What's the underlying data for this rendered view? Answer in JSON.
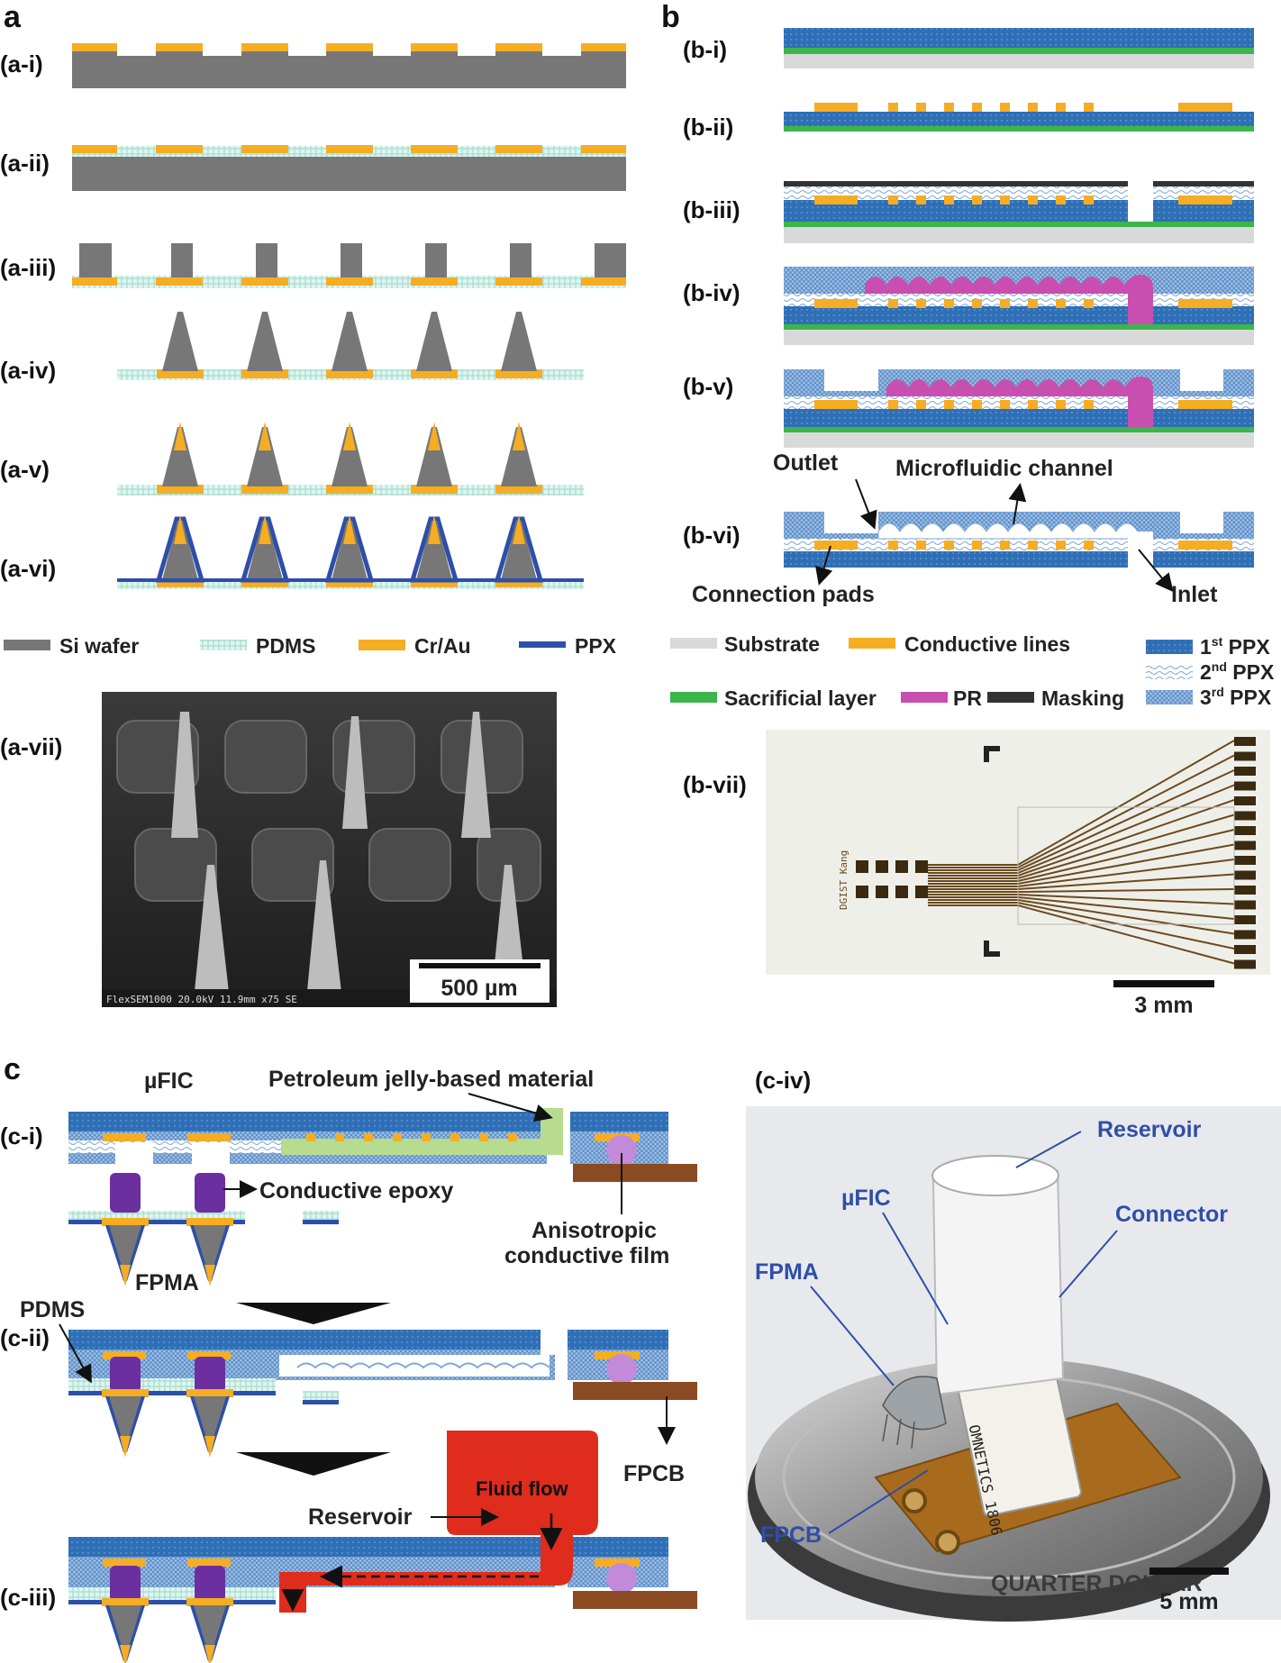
{
  "panels": {
    "a": "a",
    "b": "b",
    "c": "c"
  },
  "steps_a": [
    "(a-i)",
    "(a-ii)",
    "(a-iii)",
    "(a-iv)",
    "(a-v)",
    "(a-vi)",
    "(a-vii)"
  ],
  "steps_b": [
    "(b-i)",
    "(b-ii)",
    "(b-iii)",
    "(b-iv)",
    "(b-v)",
    "(b-vi)",
    "(b-vii)"
  ],
  "steps_c": [
    "(c-i)",
    "(c-ii)",
    "(c-iii)",
    "(c-iv)"
  ],
  "legend_a": {
    "si": "Si wafer",
    "pdms": "PDMS",
    "au": "Cr/Au",
    "ppx": "PPX"
  },
  "legend_b": {
    "substrate": "Substrate",
    "lines": "Conductive lines",
    "sacrificial": "Sacrificial layer",
    "pr": "PR",
    "masking": "Masking",
    "ppx1_num": "1",
    "ppx1_sup": "st",
    "ppx1_rest": " PPX",
    "ppx2_num": "2",
    "ppx2_sup": "nd",
    "ppx2_rest": " PPX",
    "ppx3_num": "3",
    "ppx3_sup": "rd",
    "ppx3_rest": " PPX"
  },
  "labels_b": {
    "outlet": "Outlet",
    "channel": "Microfluidic channel",
    "pads": "Connection pads",
    "inlet": "Inlet"
  },
  "labels_c": {
    "ufic": "µFIC",
    "jelly": "Petroleum jelly-based material",
    "epoxy": "Conductive epoxy",
    "acf1": "Anisotropic",
    "acf2": "conductive film",
    "fpma": "FPMA",
    "pdms": "PDMS",
    "fpcb": "FPCB",
    "reservoir": "Reservoir",
    "fluid": "Fluid flow"
  },
  "photo_labels": {
    "reservoir": "Reservoir",
    "ufic": "µFIC",
    "connector": "Connector",
    "fpma": "FPMA",
    "fpcb": "FPCB",
    "coin_text": "QUARTER DOLLAR",
    "connector_text": "OMNETICS 1806"
  },
  "scalebars": {
    "sem": "500 µm",
    "device": "3 mm",
    "photo": "5 mm"
  },
  "sem_caption": "FlexSEM1000 20.0kV 11.9mm x75 SE",
  "device_text": "DGIST Kang",
  "colors": {
    "si": "#777777",
    "gold": "#f5ad24",
    "ppx_line": "#2d4fa8",
    "ppx1": "#2f6fb6",
    "ppx2": "#cfe0f2",
    "ppx3": "#6f9ed0",
    "pdms": "#cdeee6",
    "green": "#3cb54a",
    "pr": "#c84fb0",
    "substrate": "#d9d9d9",
    "purple": "#6c2fa0",
    "jelly": "#b7dc8f",
    "brown": "#8a4a22",
    "acf": "#c28ad8",
    "red": "#e02c1c",
    "mask": "#333333"
  }
}
